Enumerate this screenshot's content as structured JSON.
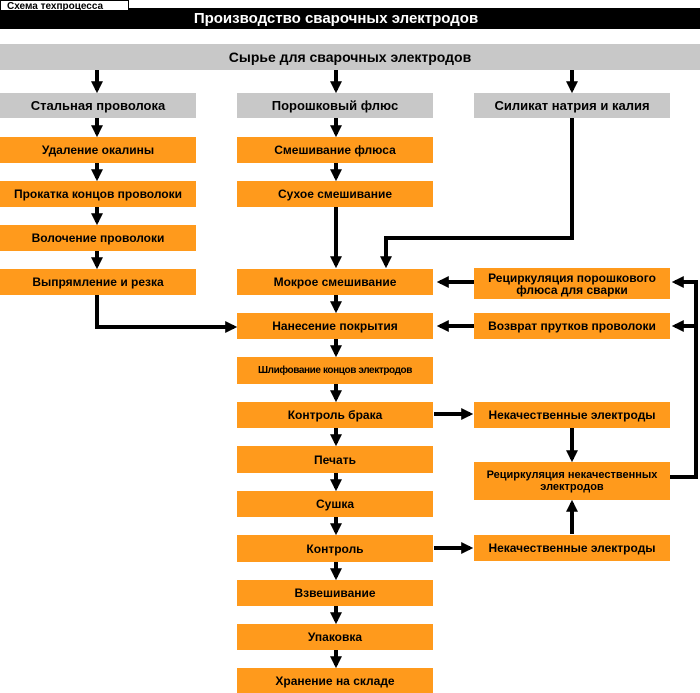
{
  "header": {
    "tag": "Схема техпроцесса",
    "title": "Производство сварочных электродов"
  },
  "raw": {
    "title": "Сырье для сварочных электродов",
    "wire": "Стальная проволока",
    "flux": "Порошковый флюс",
    "silicate": "Силикат натрия и калия"
  },
  "wire_line": [
    "Удаление окалины",
    "Прокатка концов проволоки",
    "Волочение проволоки",
    "Выпрямление и резка"
  ],
  "flux_line": [
    "Смешивание флюса",
    "Сухое смешивание"
  ],
  "main_line": [
    "Мокрое смешивание",
    "Нанесение покрытия",
    "Шлифование концов электродов",
    "Контроль брака",
    "Печать",
    "Сушка",
    "Контроль",
    "Взвешивание",
    "Упаковка",
    "Хранение на складе"
  ],
  "right": {
    "recycle_flux": "Рециркуляция порошкового флюса для сварки",
    "wire_return": "Возврат прутков проволоки",
    "defect_1": "Некачественные электроды",
    "recycle_defect": "Рециркуляция некачественных электродов",
    "defect_2": "Некачественные электроды"
  },
  "colors": {
    "orange": "#ff9a1c",
    "gray": "#c8c8c8",
    "black": "#000000"
  }
}
